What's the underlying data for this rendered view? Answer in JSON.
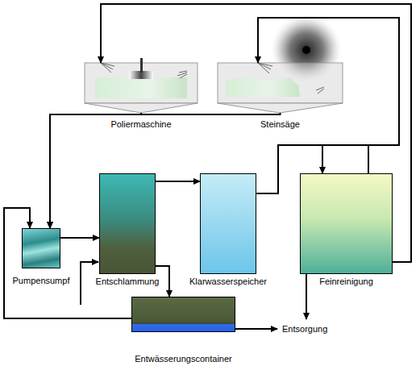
{
  "diagram": {
    "nodes": [
      {
        "text": [
          "Poliermaschine"
        ]
      },
      {
        "text": [
          "Steinsäge"
        ]
      },
      {
        "text": [
          "Pumpensumpf"
        ]
      },
      {
        "text": [
          "Entschlammung"
        ]
      },
      {
        "text": [
          "Klarwasserspeicher"
        ]
      },
      {
        "text": [
          "Feinreinigung"
        ]
      },
      {
        "text": [
          "Entwässerungscontainer"
        ]
      }
    ],
    "edges": [
      {
        "from": 0,
        "to": 2,
        "arrow": "to"
      },
      {
        "from": 1,
        "to": 2,
        "arrow": "to"
      },
      {
        "from": 2,
        "to": 3,
        "arrow": "to"
      },
      {
        "from": 3,
        "to": 4,
        "arrow": "to"
      },
      {
        "from": 3,
        "to": 6,
        "arrow": "to"
      },
      {
        "from": 6,
        "to": 2,
        "arrow": "to"
      },
      {
        "from": 4,
        "to": 5,
        "arrow": "to"
      },
      {
        "from": 4,
        "to": 1,
        "arrow": "to"
      },
      {
        "from": 5,
        "to": 0,
        "arrow": "to"
      }
    ],
    "labels": [
      "Entsorgung"
    ]
  }
}
